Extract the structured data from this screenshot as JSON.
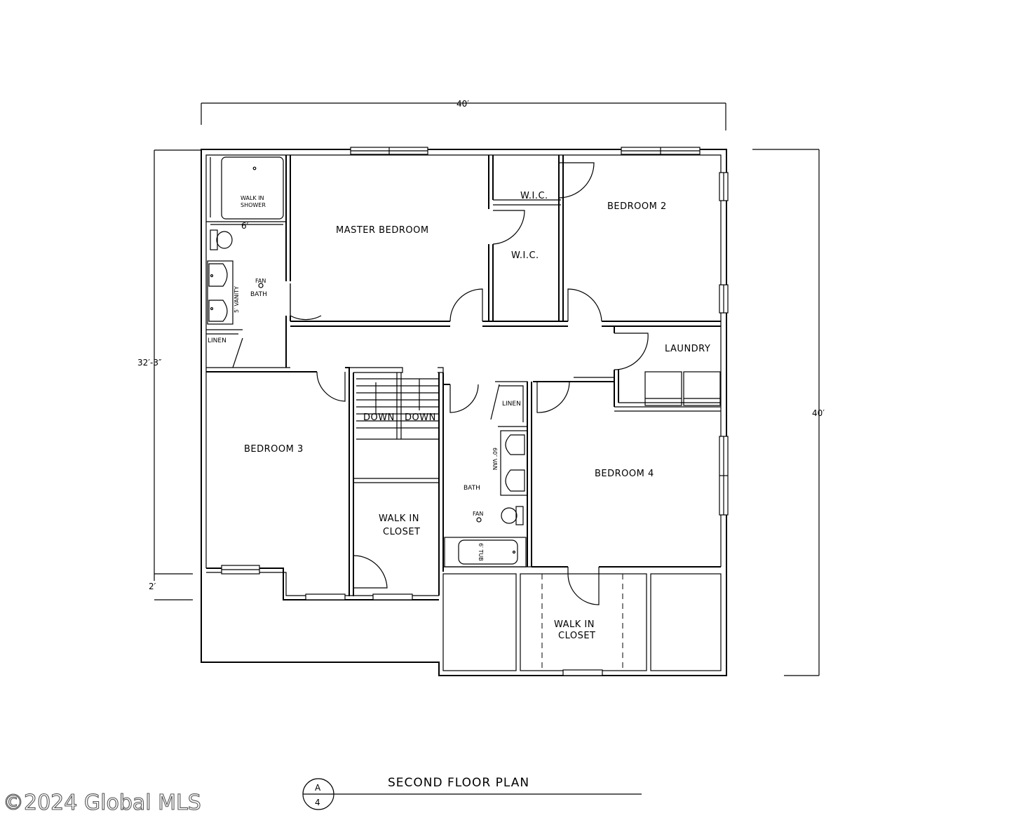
{
  "dimensions": {
    "top_width": "40′",
    "left_height": "32′-3″",
    "right_height": "40′",
    "left_offset": "2′"
  },
  "rooms": {
    "walk_in_shower_1": "WALK IN",
    "walk_in_shower_2": "SHOWER",
    "shower_dim": "6′",
    "fan_master": "FAN",
    "bath_master": "BATH",
    "vanity_master": "5′ VANITY",
    "linen_master": "LINEN",
    "master_bedroom": "MASTER BEDROOM",
    "wic_top": "W.I.C.",
    "wic_mid": "W.I.C.",
    "bedroom2": "BEDROOM 2",
    "laundry": "LAUNDRY",
    "stairs_down_1": "DOWN",
    "stairs_down_2": "DOWN",
    "linen_hall": "LINEN",
    "vanity_hall": "60″ VAN",
    "bath_hall": "BATH",
    "fan_hall": "FAN",
    "tub": "6′ TUB",
    "bedroom3": "BEDROOM 3",
    "closet3_line1": "WALK IN",
    "closet3_line2": "CLOSET",
    "bedroom4": "BEDROOM 4",
    "closet4_line1": "WALK IN",
    "closet4_line2": "CLOSET"
  },
  "title": {
    "plan_name": "SECOND FLOOR PLAN",
    "detail_letter": "A",
    "detail_number": "4"
  },
  "watermark": "©2024 Global MLS"
}
